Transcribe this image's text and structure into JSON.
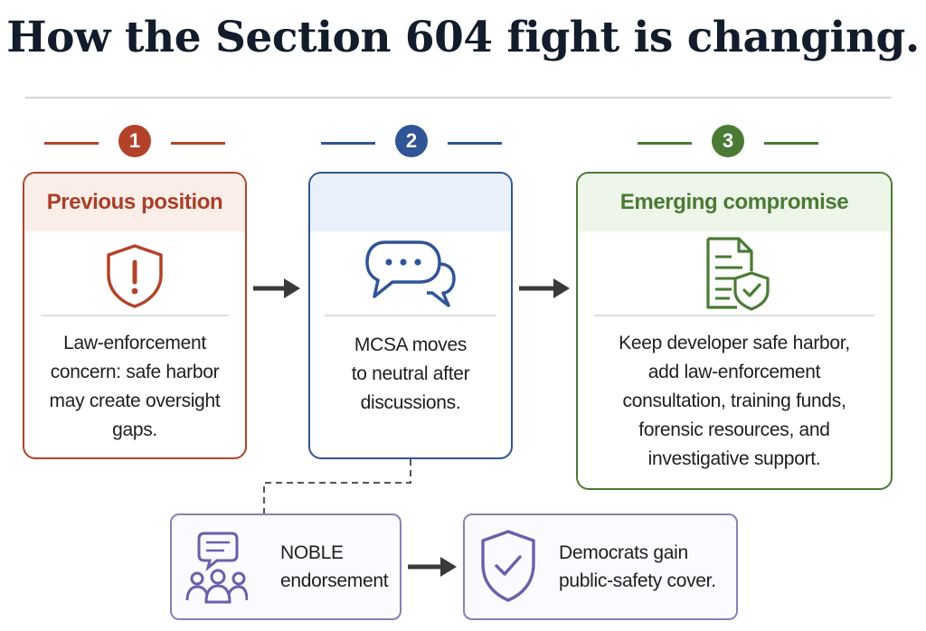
{
  "title": "How the Section 604 fight is changing.",
  "steps": [
    {
      "number": "1",
      "heading": "Previous position",
      "icon": "shield-alert-icon",
      "body": [
        "Law-enforcement",
        "concern: safe harbor",
        "may create oversight",
        "gaps."
      ],
      "color": "#b2432a"
    },
    {
      "number": "2",
      "heading": "",
      "icon": "chat-bubbles-icon",
      "body": [
        "MCSA moves",
        "to neutral after",
        "discussions."
      ],
      "color": "#2f5597"
    },
    {
      "number": "3",
      "heading": "Emerging compromise",
      "icon": "document-shield-icon",
      "body": [
        "Keep developer safe harbor,",
        "add law-enforcement",
        "consultation, training funds,",
        "forensic resources, and",
        "investigative support."
      ],
      "color": "#4a7a34"
    }
  ],
  "outcomes": [
    {
      "icon": "group-discussion-icon",
      "text": [
        "NOBLE",
        "endorsement"
      ]
    },
    {
      "icon": "shield-check-icon",
      "text": [
        "Democrats gain",
        "public-safety cover."
      ]
    }
  ]
}
